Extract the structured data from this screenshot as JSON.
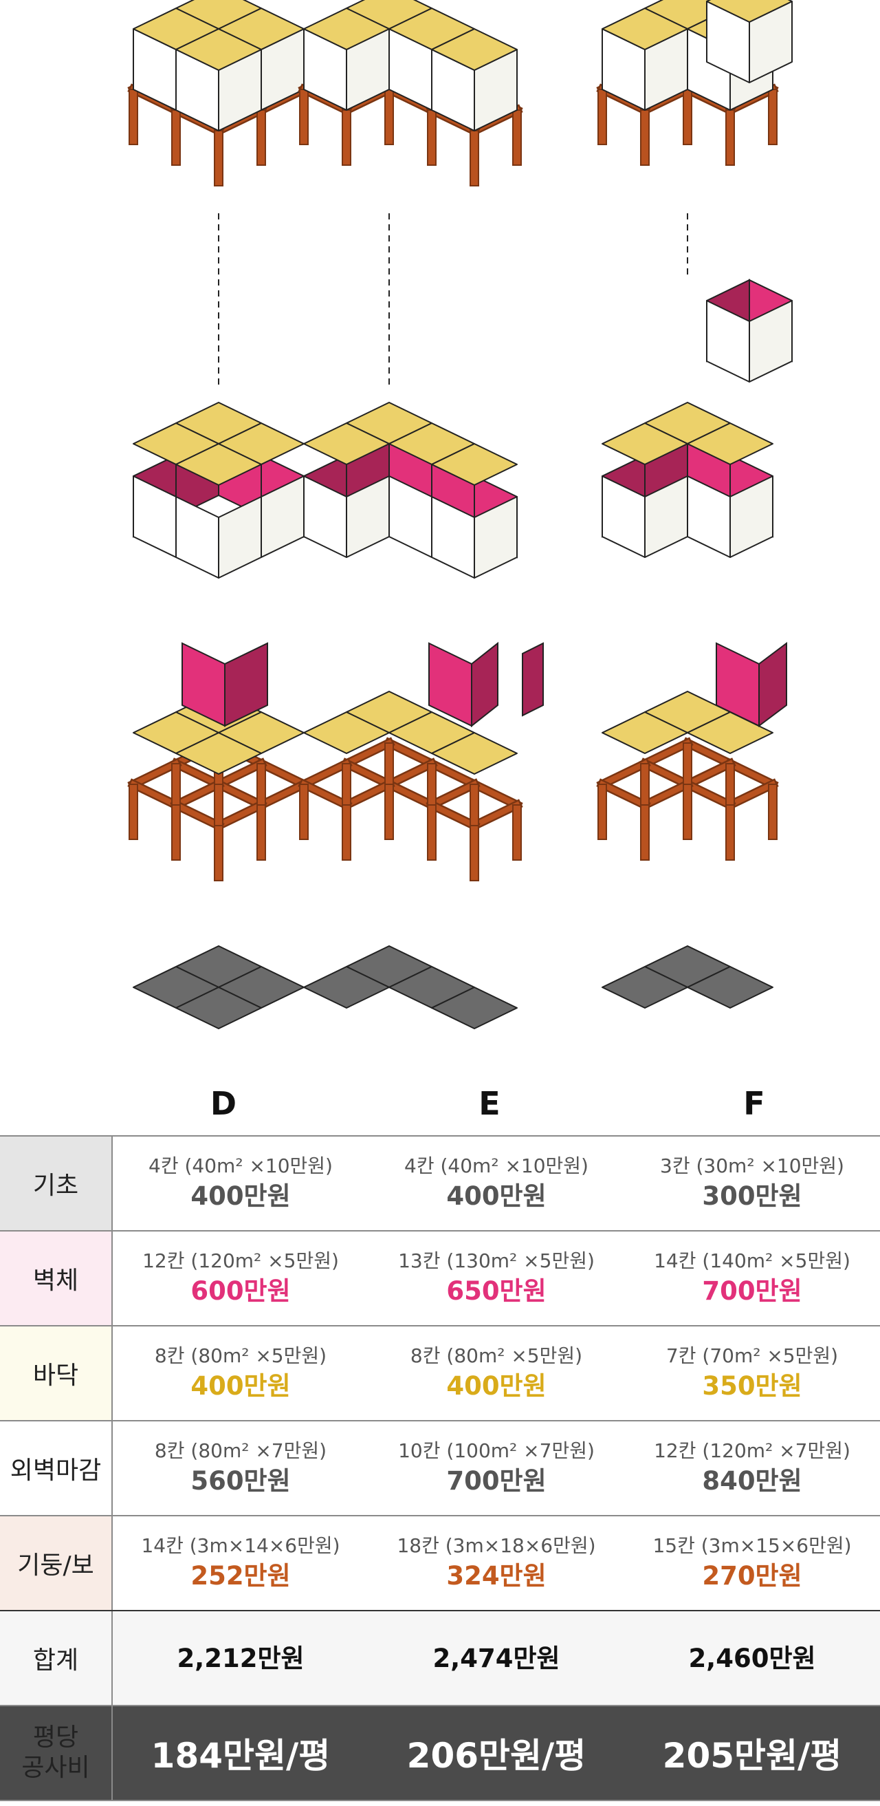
{
  "colors": {
    "floor_tile": "#ecd16a",
    "wall_pink": "#e2317a",
    "wall_pink_dark": "#a72456",
    "frame_brown": "#b9521f",
    "frame_brown_dark": "#7a3512",
    "foundation": "#6b6b6b",
    "white_box": "#ffffff",
    "row_foundation_bg": "#e5e5e5",
    "row_wall_bg": "#fcebf2",
    "row_floor_bg": "#fdfbec",
    "row_exterior_bg": "#ffffff",
    "row_frame_bg": "#f9ece6",
    "amount_gray": "#555555",
    "amount_pink": "#e2317a",
    "amount_yellow": "#d9ab1a",
    "amount_orange": "#c35a1f"
  },
  "icons": [
    "foundation-slab",
    "frame-structure",
    "floor-panels",
    "wall-panels",
    "wall-shell",
    "roof-panels",
    "stacked-module",
    "assembled-house"
  ],
  "columns": [
    "D",
    "E",
    "F"
  ],
  "rows": [
    {
      "head": "기초",
      "bg": "#e5e5e5",
      "color": "#555555",
      "cells": [
        {
          "detail": "4칸 (40m² ×10만원)",
          "amount": "400만원"
        },
        {
          "detail": "4칸 (40m² ×10만원)",
          "amount": "400만원"
        },
        {
          "detail": "3칸 (30m² ×10만원)",
          "amount": "300만원"
        }
      ]
    },
    {
      "head": "벽체",
      "bg": "#fcebf2",
      "color": "#e2317a",
      "cells": [
        {
          "detail": "12칸 (120m² ×5만원)",
          "amount": "600만원"
        },
        {
          "detail": "13칸 (130m² ×5만원)",
          "amount": "650만원"
        },
        {
          "detail": "14칸 (140m² ×5만원)",
          "amount": "700만원"
        }
      ]
    },
    {
      "head": "바닥",
      "bg": "#fdfbec",
      "color": "#d9ab1a",
      "cells": [
        {
          "detail": "8칸 (80m² ×5만원)",
          "amount": "400만원"
        },
        {
          "detail": "8칸 (80m² ×5만원)",
          "amount": "400만원"
        },
        {
          "detail": "7칸 (70m² ×5만원)",
          "amount": "350만원"
        }
      ]
    },
    {
      "head": "외벽마감",
      "bg": "#ffffff",
      "color": "#555555",
      "cells": [
        {
          "detail": "8칸 (80m² ×7만원)",
          "amount": "560만원"
        },
        {
          "detail": "10칸 (100m² ×7만원)",
          "amount": "700만원"
        },
        {
          "detail": "12칸 (120m² ×7만원)",
          "amount": "840만원"
        }
      ]
    },
    {
      "head": "기둥/보",
      "bg": "#f9ece6",
      "color": "#c35a1f",
      "cells": [
        {
          "detail": "14칸 (3m×14×6만원)",
          "amount": "252만원"
        },
        {
          "detail": "18칸 (3m×18×6만원)",
          "amount": "324만원"
        },
        {
          "detail": "15칸 (3m×15×6만원)",
          "amount": "270만원"
        }
      ]
    }
  ],
  "total": {
    "head": "합계",
    "values": [
      "2,212만원",
      "2,474만원",
      "2,460만원"
    ]
  },
  "per_pyeong": {
    "head_line1": "평당",
    "head_line2": "공사비",
    "values": [
      "184만원/평",
      "206만원/평",
      "205만원/평"
    ]
  }
}
